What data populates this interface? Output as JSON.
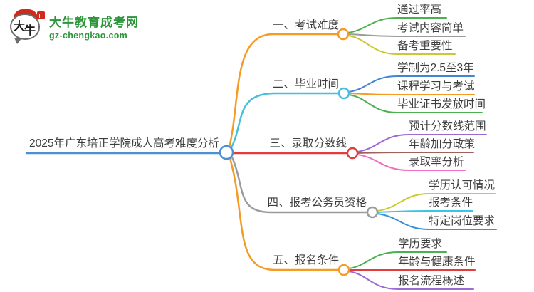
{
  "logo": {
    "icon_text_top": "大",
    "icon_text_bottom": "牛",
    "title": "大牛教育成考网",
    "domain": "gz-chengkao.com",
    "brand_color": "#2b9539",
    "seal_color": "#cf2a1b"
  },
  "center": {
    "label": "2025年广东培正学院成人高考难度分析",
    "color": "#4a90d2"
  },
  "branches": [
    {
      "label": "一、考试难度",
      "color": "#f59a23",
      "children": [
        {
          "label": "通过率高",
          "color": "#4caf50"
        },
        {
          "label": "考试内容简单",
          "color": "#9b9b9b"
        },
        {
          "label": "备考重要性",
          "color": "#c9c933"
        }
      ]
    },
    {
      "label": "二、毕业时间",
      "color": "#45c0dc",
      "children": [
        {
          "label": "学制为2.5至3年",
          "color": "#4285d2"
        },
        {
          "label": "课程学习与考试",
          "color": "#f59a23"
        },
        {
          "label": "毕业证书发放时间",
          "color": "#4caf50"
        }
      ]
    },
    {
      "label": "三、录取分数线",
      "color": "#e23c3c",
      "children": [
        {
          "label": "预计分数线范围",
          "color": "#9b6bd3"
        },
        {
          "label": "年龄加分政策",
          "color": "#a0615a"
        },
        {
          "label": "录取率分析",
          "color": "#ef6fc5"
        }
      ]
    },
    {
      "label": "四、报考公务员资格",
      "color": "#9b9b9b",
      "children": [
        {
          "label": "学历认可情况",
          "color": "#c9c933"
        },
        {
          "label": "报考条件",
          "color": "#3bc3e8"
        },
        {
          "label": "特定岗位要求",
          "color": "#3c8dd4"
        }
      ]
    },
    {
      "label": "五、报名条件",
      "color": "#f59a23",
      "children": [
        {
          "label": "学历要求",
          "color": "#4caf50"
        },
        {
          "label": "年龄与健康条件",
          "color": "#e23c3c"
        },
        {
          "label": "报名流程概述",
          "color": "#9b6bd3"
        }
      ]
    }
  ]
}
